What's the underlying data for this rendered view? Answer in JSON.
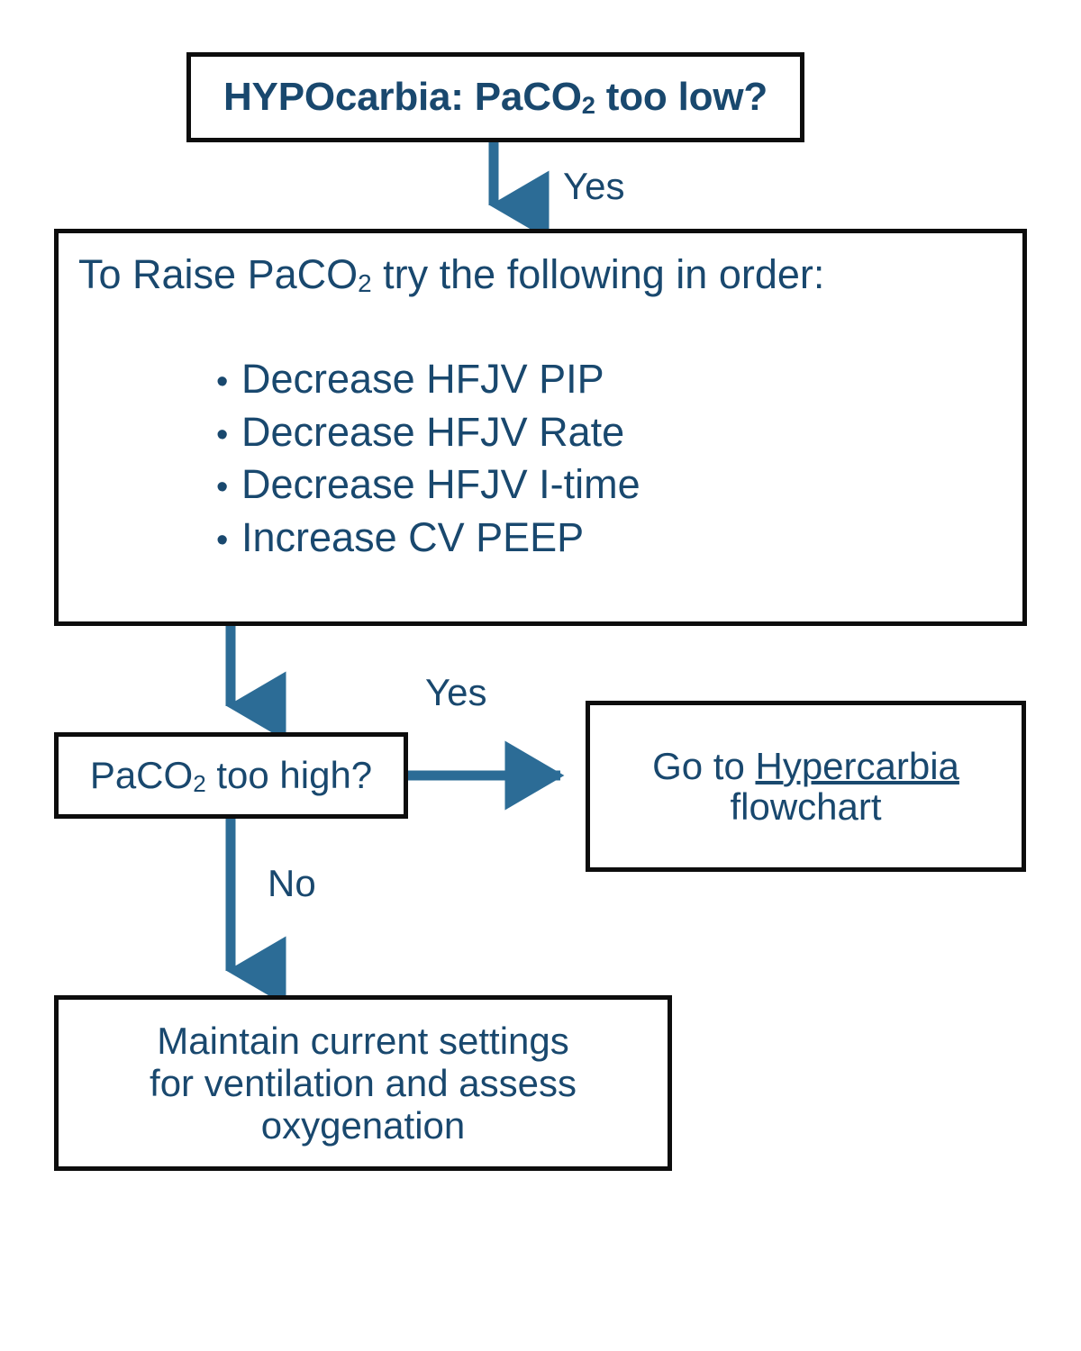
{
  "theme": {
    "text_color": "#19486e",
    "arrow_color": "#2c6c96",
    "border_color": "#0d0d0d",
    "background": "#ffffff"
  },
  "flowchart": {
    "title_node": {
      "text_prefix": "HYPOcarbia: PaCO",
      "subscript": "2",
      "text_suffix": " too low?"
    },
    "actions_node": {
      "heading_prefix": "To Raise PaCO",
      "heading_subscript": "2",
      "heading_suffix": " try the following in order:",
      "bullet_glyph": "•",
      "items": [
        "Decrease HFJV PIP",
        "Decrease HFJV Rate",
        "Decrease HFJV I-time",
        "Increase CV PEEP"
      ]
    },
    "toohigh_node": {
      "text_prefix": "PaCO",
      "subscript": "2",
      "text_suffix": " too high?"
    },
    "hypercarbia_node": {
      "lead_text": "Go to ",
      "link_text": "Hypercarbia",
      "trail_text": "flowchart"
    },
    "maintain_node": {
      "line1": "Maintain current settings",
      "line2": "for ventilation and assess",
      "line3": "oxygenation"
    },
    "edge_labels": {
      "yes_title_to_actions": "Yes",
      "yes_toohigh_to_hypercarbia": "Yes",
      "no_toohigh_to_maintain": "No"
    }
  }
}
